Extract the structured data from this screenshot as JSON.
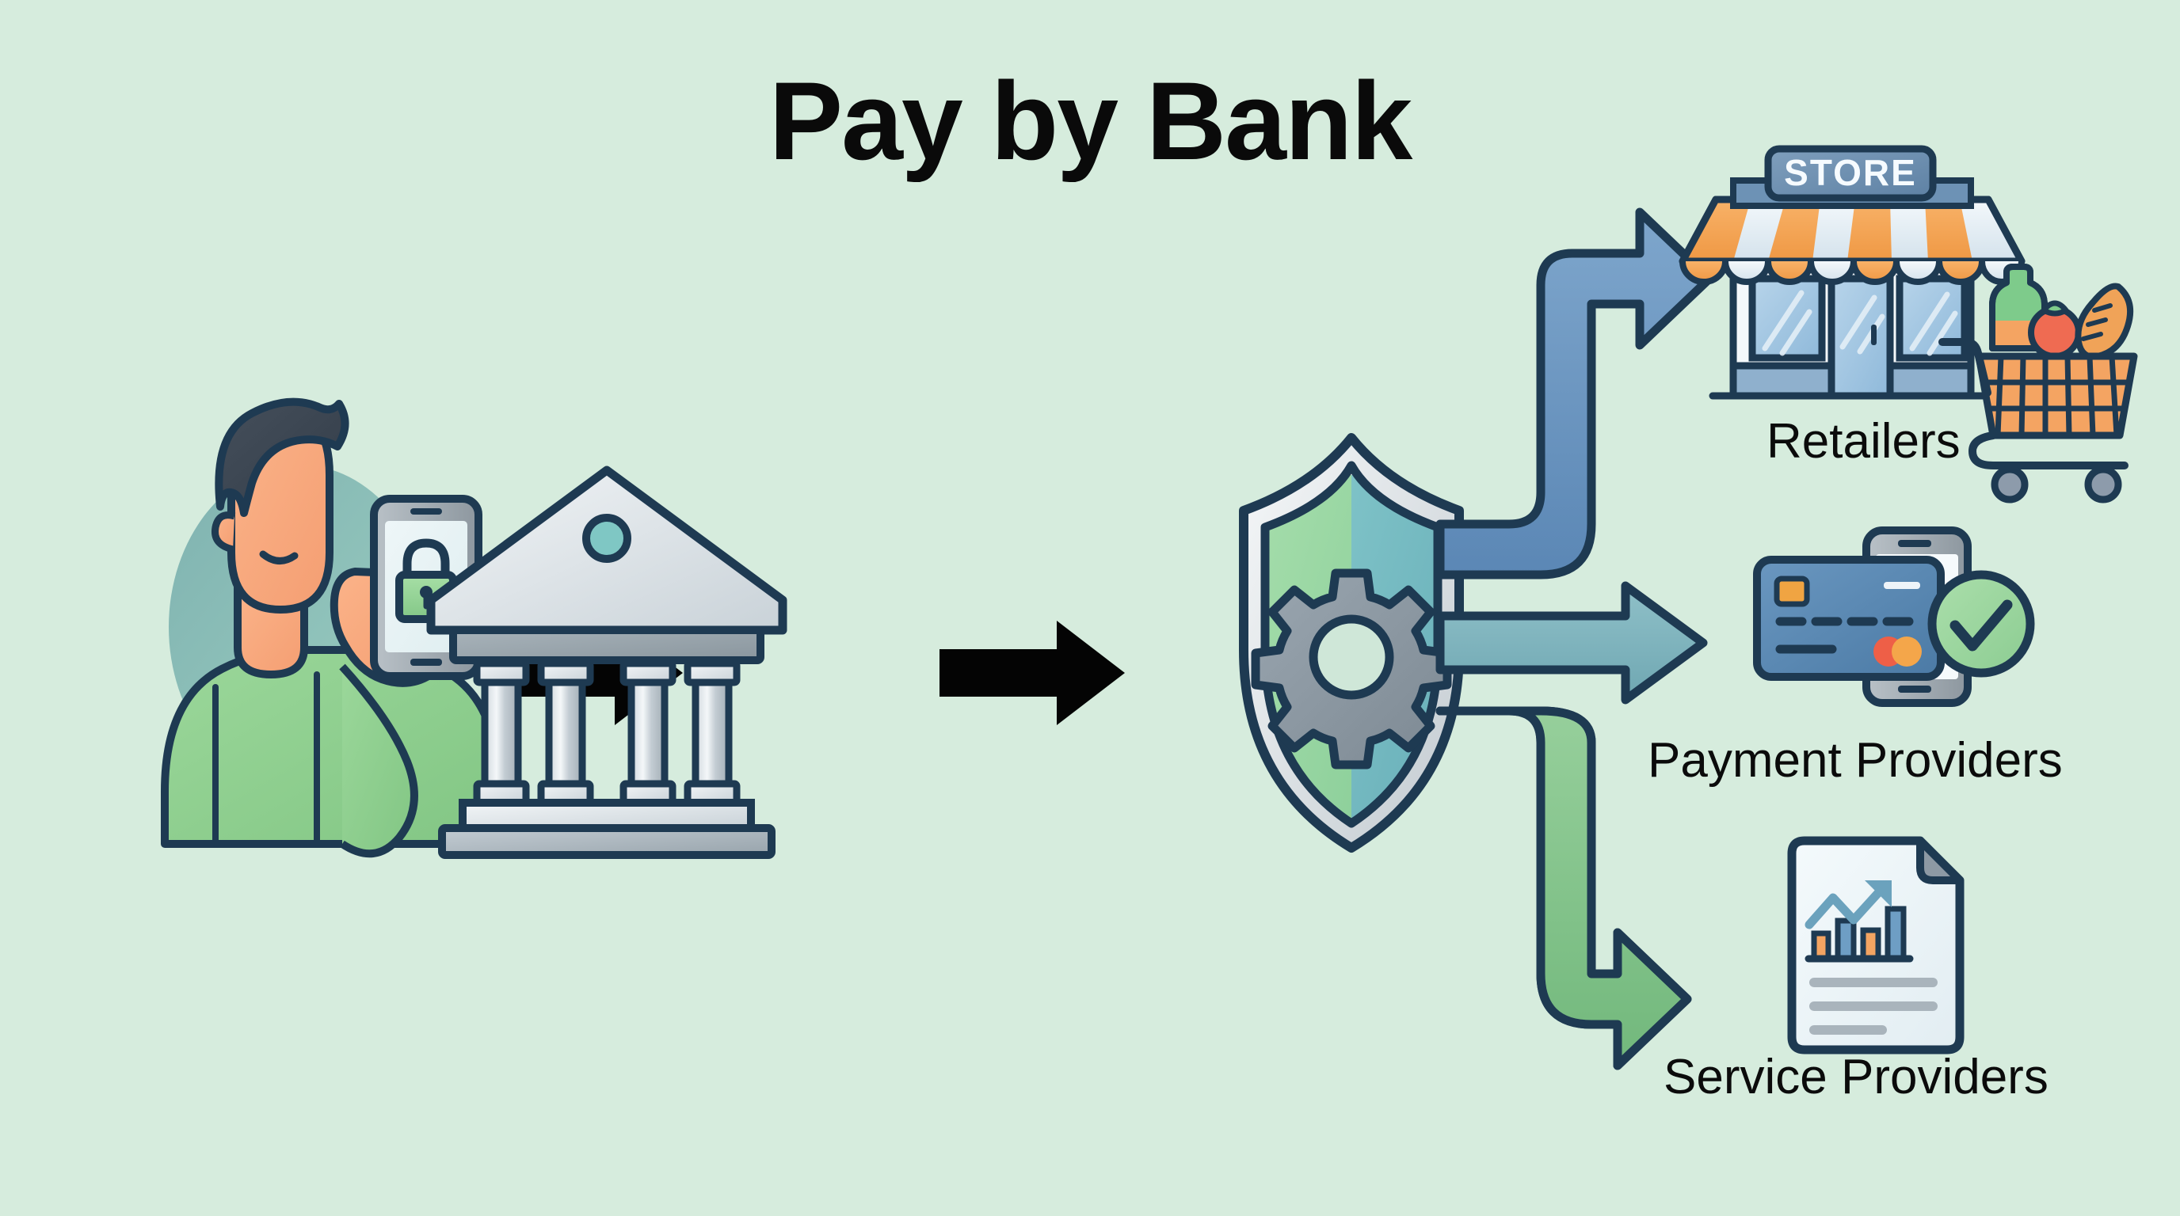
{
  "diagram": {
    "title": "Pay by Bank",
    "background_color": "#d6ecdd",
    "type": "flow-diagram",
    "flow_description": "Consumer with secure mobile phone -> Bank -> Secure processing shield -> three destination branches"
  },
  "nodes": {
    "consumer": {
      "name": "consumer-with-phone",
      "icon": "person-holding-phone-icon",
      "phone_screen_icon": "padlock-icon",
      "label": "",
      "colors": {
        "shirt": "#8ed08b",
        "skin": "#f9a97c",
        "hair": "#3c4652",
        "circle": "#7fb2b0",
        "lock": "#8ed08b"
      }
    },
    "bank": {
      "name": "bank-building",
      "icon": "bank-icon",
      "label": "",
      "colors": {
        "body": "#9aa7b0",
        "light": "#e9edf0",
        "stroke": "#1e3a52",
        "medallion": "#7fc7c4"
      },
      "columns": 4
    },
    "shield": {
      "name": "security-shield",
      "icon": "shield-gear-icon",
      "label": "",
      "colors": {
        "left": "#9ad7a3",
        "right": "#72b9c0",
        "rim": "#e3e8ec",
        "gear": "#8d99a4",
        "stroke": "#1e3a52"
      }
    }
  },
  "branches": [
    {
      "id": "retailers",
      "label": "Retailers",
      "icon": "storefront-icon",
      "secondary_icon": "shopping-cart-icon",
      "sign_text": "STORE",
      "arrow_color": "#6d96bf",
      "arrow_shape": "up-then-right"
    },
    {
      "id": "payment-providers",
      "label": "Payment Providers",
      "icon": "credit-card-icon",
      "secondary_icon": "smartphone-icon",
      "tertiary_icon": "check-circle-icon",
      "arrow_color": "#7fb4bd",
      "arrow_shape": "straight-right"
    },
    {
      "id": "service-providers",
      "label": "Service Providers",
      "icon": "document-chart-icon",
      "arrow_color": "#81c389",
      "arrow_shape": "down-then-right"
    }
  ],
  "connectors": [
    {
      "name": "arrow-consumer-to-bank",
      "color": "#000000",
      "direction": "right"
    },
    {
      "name": "arrow-bank-to-shield",
      "color": "#000000",
      "direction": "right"
    }
  ],
  "colors": {
    "stroke_dark": "#1e3a52",
    "background": "#d6ecdd",
    "orange": "#f2a04d",
    "blue": "#5b87b5",
    "green": "#7cc083",
    "text": "#0b0b0b"
  }
}
